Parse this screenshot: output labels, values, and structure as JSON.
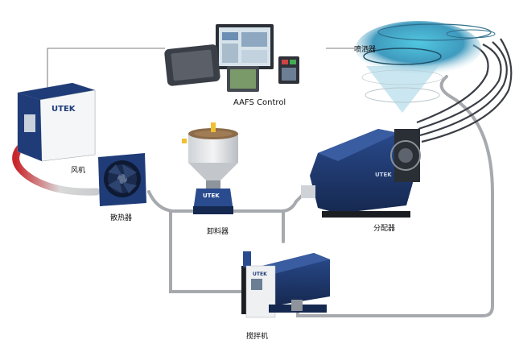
{
  "labels": {
    "sprinkler": "喷洒器",
    "control": "AAFS Control",
    "blower": "风机",
    "radiator": "散热器",
    "unloader": "卸料器",
    "distributor": "分配器",
    "mixer": "搅拌机"
  },
  "brand": {
    "logo": "UTEK",
    "logo_small": "UTEK"
  },
  "colors": {
    "machine_blue": "#1f3c78",
    "machine_dark": "#15284f",
    "pipe_gray": "#a6a9ad",
    "hose_red": "#c8262c",
    "water_cyan": "#2ea7c9",
    "cabinet_white": "#e9ecef"
  },
  "icons": {
    "blower": "blower-cabinet-icon",
    "radiator": "radiator-fan-icon",
    "unloader": "silo-hopper-icon",
    "distributor": "distributor-machine-icon",
    "mixer": "mixer-machine-icon",
    "control": "control-panel-devices-icon",
    "sprinkler": "fish-pen-sprinkler-icon"
  }
}
